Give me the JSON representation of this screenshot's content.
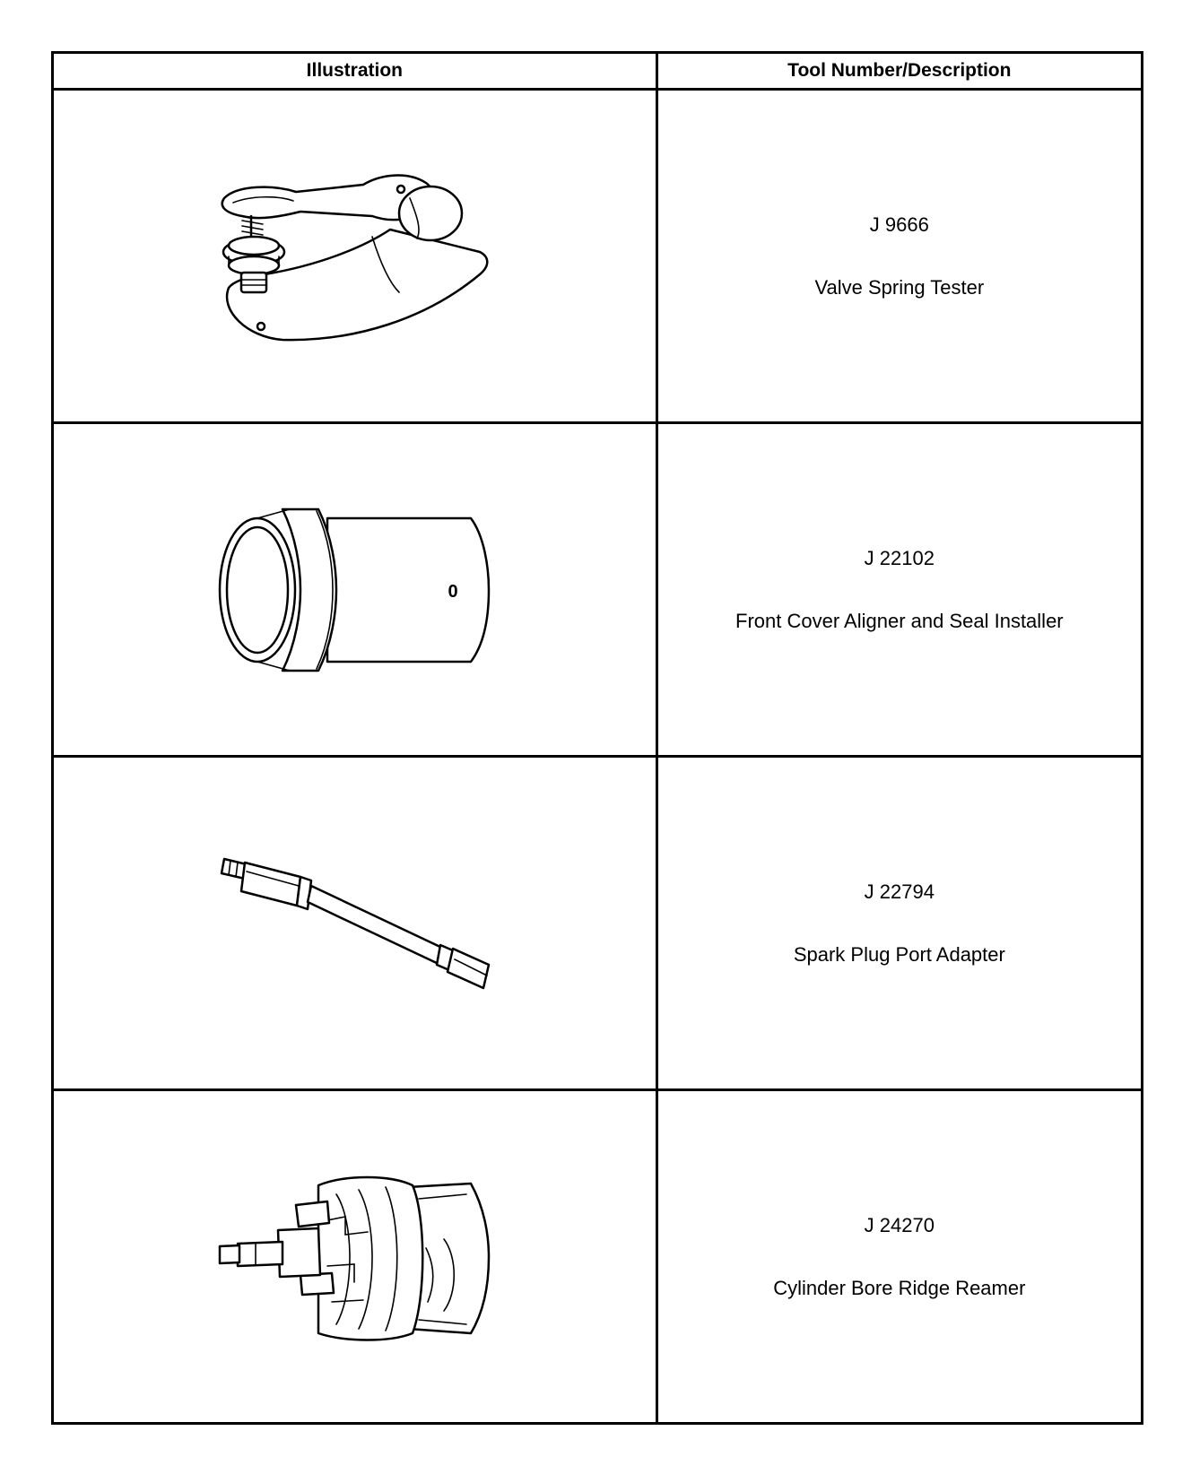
{
  "table": {
    "headers": {
      "illustration": "Illustration",
      "tool": "Tool Number/Description"
    },
    "rows": [
      {
        "icon": "valve-spring-tester-illustration",
        "number": "J 9666",
        "description": "Valve Spring Tester"
      },
      {
        "icon": "front-cover-aligner-illustration",
        "number": "J 22102",
        "description": "Front Cover Aligner and Seal Installer",
        "mark": "0"
      },
      {
        "icon": "spark-plug-port-adapter-illustration",
        "number": "J 22794",
        "description": "Spark Plug Port Adapter"
      },
      {
        "icon": "ridge-reamer-illustration",
        "number": "J 24270",
        "description": "Cylinder Bore Ridge Reamer"
      }
    ]
  }
}
